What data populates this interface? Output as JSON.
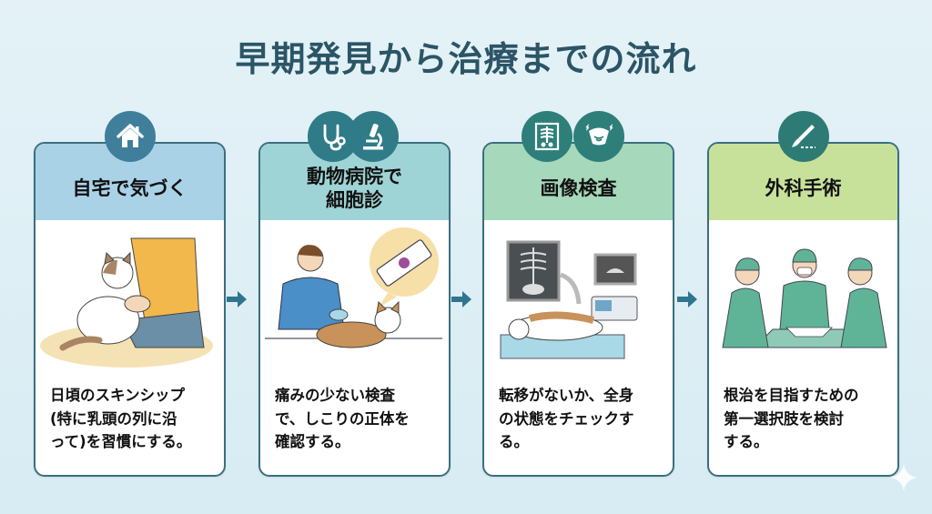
{
  "title": "早期発見から治療までの流れ",
  "steps": [
    {
      "heading": "自宅で気づく",
      "icons": [
        "house-icon"
      ],
      "illustration": "person-petting-cat-illustration",
      "description": "日頃のスキンシップ\n(特に乳頭の列に沿\nって)を習慣にする。",
      "header_color": "#a9d2e6",
      "badge_color": "#3f7f9b"
    },
    {
      "heading": "動物病院で\n細胞診",
      "icons": [
        "stethoscope-icon",
        "microscope-icon"
      ],
      "illustration": "vet-examining-cat-illustration",
      "description": "痛みの少ない検査\nで、しこりの正体を\n確認する。",
      "header_color": "#9fd4d6",
      "badge_color": "#2f7b88"
    },
    {
      "heading": "画像検査",
      "icons": [
        "xray-icon",
        "ultrasound-icon"
      ],
      "illustration": "cat-imaging-exam-illustration",
      "description": "転移がないか、全身\nの状態をチェックす\nる。",
      "header_color": "#a6d8bb",
      "badge_color": "#2e7f7a"
    },
    {
      "heading": "外科手術",
      "icons": [
        "scalpel-icon"
      ],
      "illustration": "surgeons-operating-illustration",
      "description": "根治を目指すための\n第一選択肢を検討\nする。",
      "header_color": "#c7e19a",
      "badge_color": "#2e7b76"
    }
  ],
  "arrow_color": "#2f7590",
  "title_color": "#2b5566"
}
